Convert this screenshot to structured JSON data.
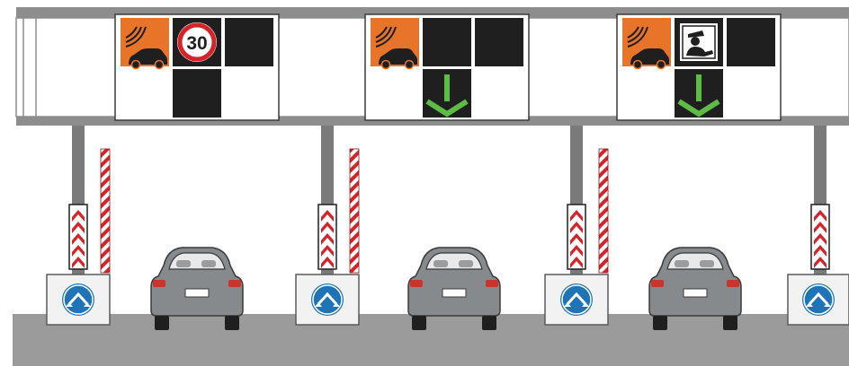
{
  "speed_limit": {
    "value": "30"
  },
  "lanes": [
    {
      "id": 1,
      "panels": [
        "toll-transponder",
        "speed-limit",
        "blank",
        "blank",
        "blank",
        "blank"
      ]
    },
    {
      "id": 2,
      "panels": [
        "toll-transponder",
        "blank",
        "blank",
        "blank",
        "green-arrow",
        "blank"
      ]
    },
    {
      "id": 3,
      "panels": [
        "toll-transponder",
        "toll-attendant",
        "blank",
        "blank",
        "green-arrow",
        "blank"
      ]
    }
  ],
  "icons": [
    "toll-transponder-icon",
    "speed-limit-sign",
    "toll-attendant-icon",
    "green-down-arrow-icon",
    "keep-either-side-sign",
    "chevron-marker",
    "car"
  ],
  "colors": {
    "transponder_orange": "#e8742a",
    "speed_red": "#d6232a",
    "arrow_green": "#5dbb46",
    "sign_blue": "#1f73b7",
    "panel_black": "#1f1f1f",
    "gantry_grey": "#8d8d8d",
    "road_grey": "#9b9b9b",
    "car_grey": "#878a8c",
    "marker_red": "#d6232a"
  }
}
